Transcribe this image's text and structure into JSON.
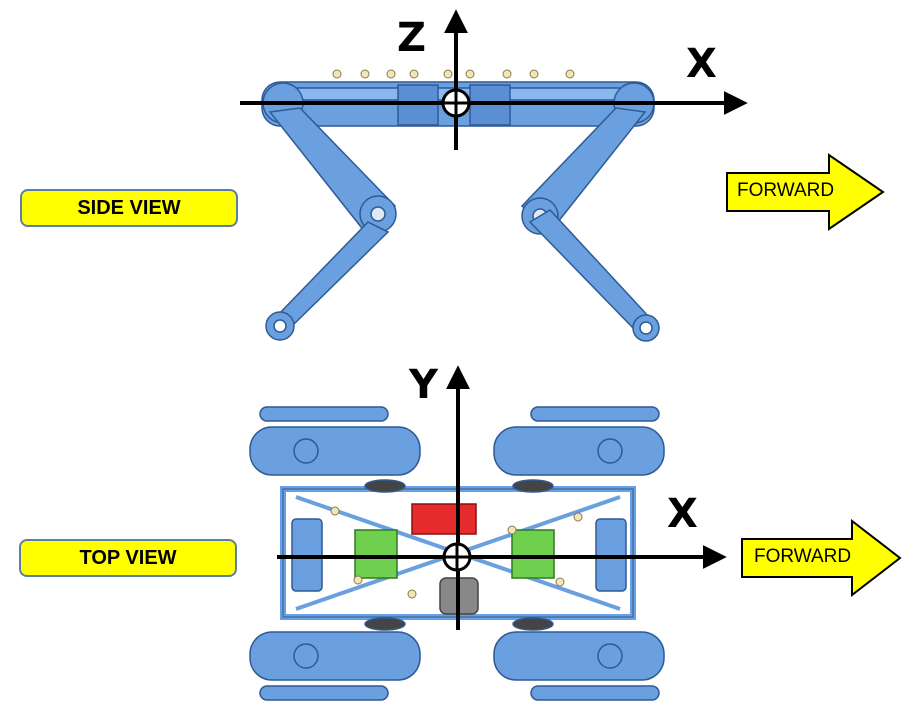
{
  "side_view": {
    "label": "SIDE VIEW",
    "vertical_axis_letter": "Z",
    "horizontal_axis_letter": "X",
    "forward_label": "FORWARD"
  },
  "top_view": {
    "label": "TOP VIEW",
    "vertical_axis_letter": "Y",
    "horizontal_axis_letter": "X",
    "forward_label": "FORWARD"
  },
  "colors": {
    "robot_body": "#6a9fe0",
    "robot_outline": "#2f5a94",
    "label_fill": "#ffff00",
    "label_border": "#5b7fa6",
    "axes": "#000000",
    "battery": "#e52b2b",
    "boards": "#6fd04f"
  }
}
